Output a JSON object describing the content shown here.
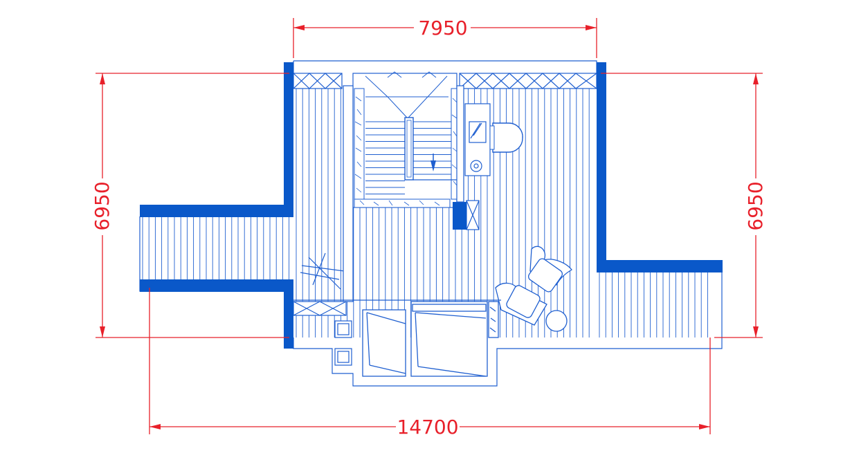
{
  "dimensions": {
    "top_width": "7950",
    "left_height": "6950",
    "right_height": "6950",
    "bottom_width": "14700"
  },
  "colors": {
    "dimension_line": "#e8202a",
    "wall_fill": "#0a58c9",
    "drawing_line": "#1f5fd0"
  }
}
